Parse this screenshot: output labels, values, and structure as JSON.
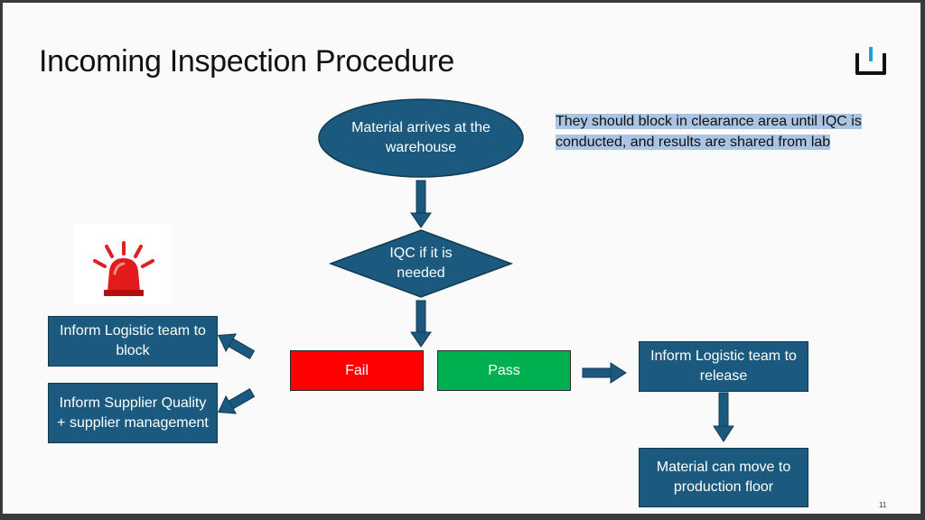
{
  "slide": {
    "title": "Incoming Inspection Procedure",
    "page_number": "11",
    "note": "They should block in clearance area until IQC is conducted, and results are shared from lab"
  },
  "nodes": {
    "start": "Material arrives at the warehouse",
    "decision": "IQC if it is needed",
    "fail": "Fail",
    "pass": "Pass",
    "inform_logistic_block": "Inform Logistic team to block",
    "inform_supplier": "Inform Supplier Quality + supplier management",
    "inform_logistic_release": "Inform Logistic team to release",
    "production": "Material can move to production floor"
  },
  "icons": {
    "alarm": "red-siren-icon",
    "logo": "bracket-logo-icon"
  },
  "colors": {
    "node_fill": "#1b5a7e",
    "fail": "#ff0000",
    "pass": "#00b050",
    "highlight": "#a9c5e3"
  }
}
